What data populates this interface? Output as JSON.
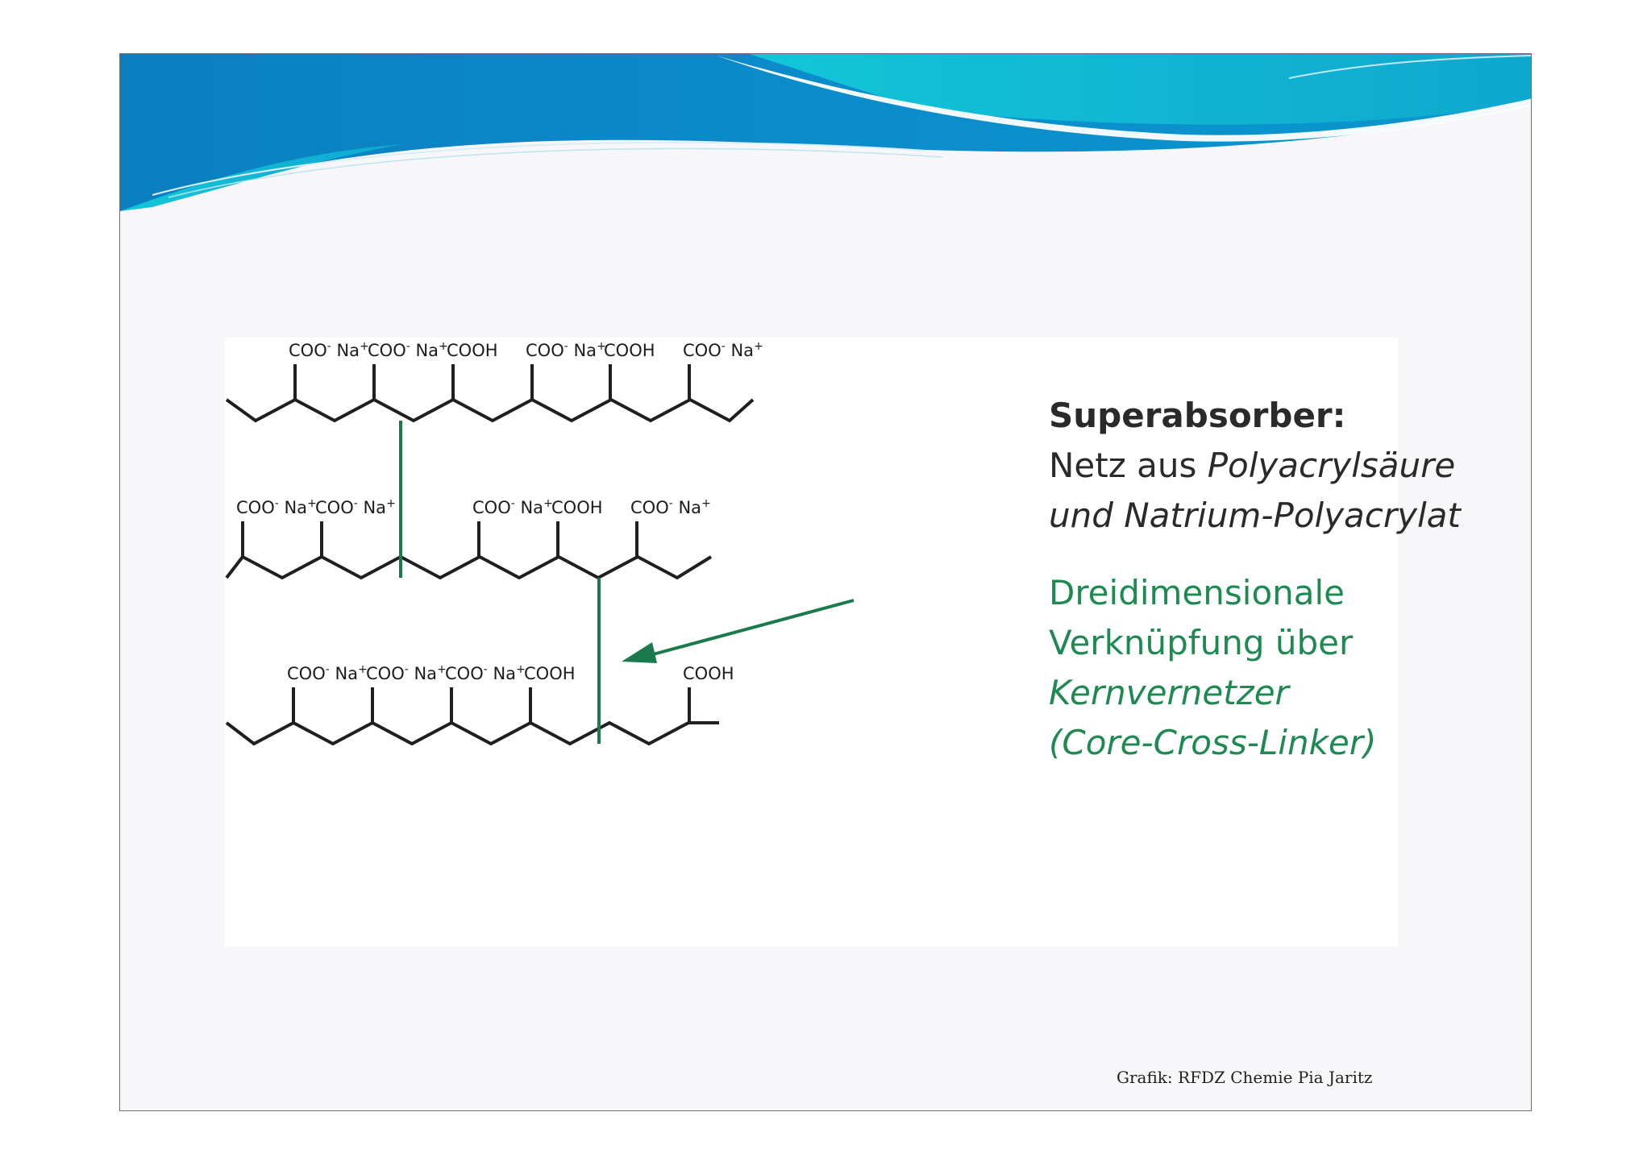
{
  "diagram": {
    "chains": [
      {
        "groups": [
          {
            "pre": "COO",
            "sup1": "-",
            "mid": " Na",
            "sup2": "+"
          },
          {
            "pre": "COO",
            "sup1": "-",
            "mid": " Na",
            "sup2": "+"
          },
          {
            "pre": "COOH",
            "sup1": "",
            "mid": "",
            "sup2": ""
          },
          {
            "pre": "COO",
            "sup1": "-",
            "mid": " Na",
            "sup2": "+"
          },
          {
            "pre": "COOH",
            "sup1": "",
            "mid": "",
            "sup2": ""
          },
          {
            "pre": "COO",
            "sup1": "-",
            "mid": " Na",
            "sup2": "+"
          }
        ]
      },
      {
        "groups": [
          {
            "pre": "COO",
            "sup1": "-",
            "mid": " Na",
            "sup2": "+"
          },
          {
            "pre": "COO",
            "sup1": "-",
            "mid": " Na",
            "sup2": "+"
          },
          {
            "pre": "COO",
            "sup1": "-",
            "mid": " Na",
            "sup2": "+"
          },
          {
            "pre": "COOH",
            "sup1": "",
            "mid": "",
            "sup2": ""
          },
          {
            "pre": "COO",
            "sup1": "-",
            "mid": " Na",
            "sup2": "+"
          }
        ]
      },
      {
        "groups": [
          {
            "pre": "COO",
            "sup1": "-",
            "mid": " Na",
            "sup2": "+"
          },
          {
            "pre": "COO",
            "sup1": "-",
            "mid": " Na",
            "sup2": "+"
          },
          {
            "pre": "COO",
            "sup1": "-",
            "mid": " Na",
            "sup2": "+"
          },
          {
            "pre": "COOH",
            "sup1": "",
            "mid": "",
            "sup2": ""
          },
          {
            "pre": "COOH",
            "sup1": "",
            "mid": "",
            "sup2": ""
          }
        ]
      }
    ],
    "colors": {
      "bond": "#1f1f1f",
      "crosslink": "#1b7a4c",
      "arrow": "#1b7a4c"
    }
  },
  "caption": {
    "title": "Superabsorber:",
    "line1_plain": "Netz aus ",
    "line1_italic": "Polyacrylsäure",
    "line2_italic": "und Natrium-Polyacrylat",
    "green1": "Dreidimensionale",
    "green2": "Verknüpfung über",
    "green3_italic": "Kernvernetzer",
    "green4_italic": "(Core-Cross-Linker)"
  },
  "credit": "Grafik: RFDZ Chemie Pia Jaritz",
  "colors": {
    "accent_green": "#1e8a52",
    "header_blue": "#0a86c6",
    "header_teal": "#17b9cc"
  }
}
